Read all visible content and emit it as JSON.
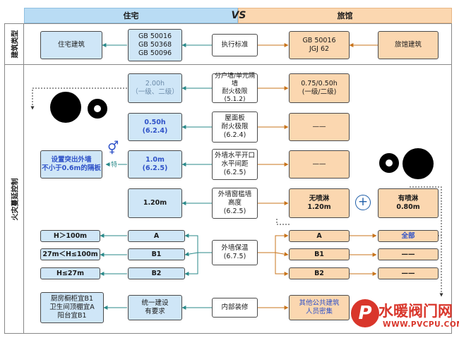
{
  "header": {
    "left": "住宅",
    "vs": "VS",
    "right": "旅馆"
  },
  "row_labels": {
    "building_type": "建筑类型",
    "fire_control": "火灾蔓延控制"
  },
  "rows": {
    "standard": {
      "residential_type": "住宅建筑",
      "residential_std": "GB 50016\nGB 50368\nGB 50096",
      "center": "执行标准",
      "hotel_std": "GB 50016\nJGJ 62",
      "hotel_type": "旅馆建筑"
    },
    "partition": {
      "residential": "2.00h\n（一级、二级）",
      "center": "分户墙/单元隔墙\n耐火极限\n(5.1.2)",
      "hotel": "0.75/0.50h\n(一级/二级)"
    },
    "roof": {
      "residential": "0.50h\n(6.2.4)",
      "center": "屋面板\n耐火极限\n(6.2.4)",
      "hotel": "——"
    },
    "opening": {
      "special_note": "设置突出外墙\n不小于0.6m的隔板",
      "special_label": "特",
      "residential": "1.0m\n(6.2.5)",
      "center": "外墙水平开口\n水平间距\n(6.2.5)",
      "hotel": "——"
    },
    "sill": {
      "residential": "1.20m",
      "center": "外墙窗槛墙\n高度\n(6.2.5)",
      "hotel_no_sprinkler": "无喷淋\n1.20m",
      "plus": "+",
      "hotel_sprinkler": "有喷淋\n0.80m"
    },
    "insulation": {
      "center": "外墙保温\n(6.7.5)",
      "residential_heights": [
        "H＞100m",
        "27m＜H≤100m",
        "H≤27m"
      ],
      "residential_grades": [
        "A",
        "B1",
        "B2"
      ],
      "hotel_grades": [
        "A",
        "B1",
        "B2"
      ],
      "hotel_results": [
        "全部",
        "——",
        "——"
      ]
    },
    "interior": {
      "residential_detail": "厨房橱柜宜B1\n卫生间顶棚宜A\n阳台宜B1",
      "residential": "统一建设\n有要求",
      "center": "内部装修",
      "hotel": "其他公共建筑\n人员密集"
    }
  },
  "watermark": {
    "title": "水暖阀门网",
    "url": "WWW.PVCPU.COM",
    "logo": "P"
  },
  "colors": {
    "blue_fill": "#cfe6f7",
    "orange_fill": "#fbd7b0",
    "header_blue": "#b9dcf4",
    "header_orange": "#fbd7b0",
    "arrow_teal": "#2a8a8a",
    "arrow_orange": "#c8741c",
    "watermark_red": "#d9362b"
  }
}
